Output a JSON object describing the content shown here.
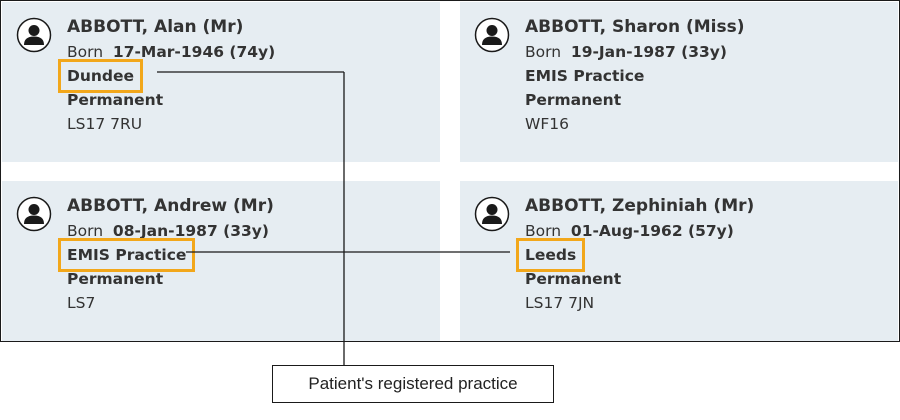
{
  "patients": [
    {
      "name": "ABBOTT, Alan (Mr)",
      "born_label": "Born",
      "born_date": "17-Mar-1946 (74y)",
      "practice": "Dundee",
      "status": "Permanent",
      "postcode": "LS17 7RU"
    },
    {
      "name": "ABBOTT, Sharon (Miss)",
      "born_label": "Born",
      "born_date": "19-Jan-1987 (33y)",
      "practice": "EMIS Practice",
      "status": "Permanent",
      "postcode": "WF16"
    },
    {
      "name": "ABBOTT, Andrew (Mr)",
      "born_label": "Born",
      "born_date": "08-Jan-1987 (33y)",
      "practice": "EMIS Practice",
      "status": "Permanent",
      "postcode": "LS7"
    },
    {
      "name": "ABBOTT, Zephiniah (Mr)",
      "born_label": "Born",
      "born_date": "01-Aug-1962 (57y)",
      "practice": "Leeds",
      "status": "Permanent",
      "postcode": "LS17 7JN"
    }
  ],
  "callout": {
    "text": "Patient's registered practice"
  },
  "colors": {
    "card_background": "#e6edf2",
    "highlight": "#f2a71b",
    "avatar": "#1a1a1a"
  },
  "icons": {
    "avatar": "person-avatar-icon"
  }
}
